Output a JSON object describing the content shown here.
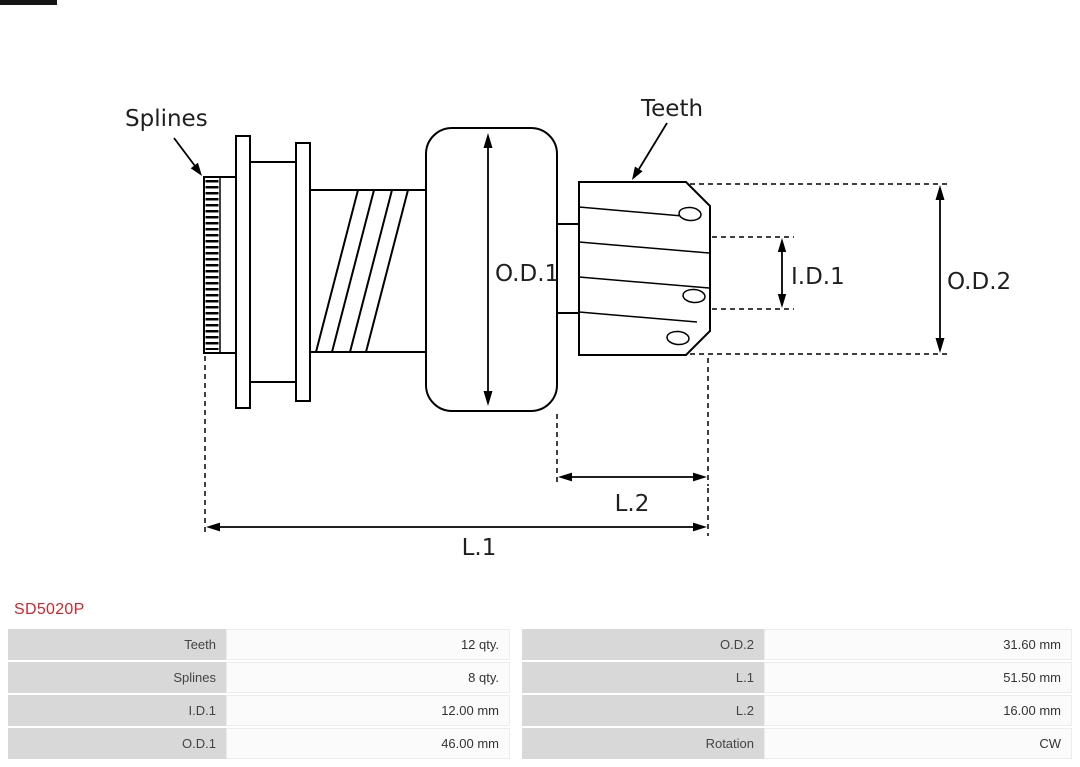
{
  "part_number": "SD5020P",
  "diagram": {
    "labels": {
      "splines": "Splines",
      "teeth": "Teeth",
      "od1": "O.D.1",
      "id1": "I.D.1",
      "od2": "O.D.2",
      "l2": "L.2",
      "l1": "L.1"
    }
  },
  "table": {
    "rows": [
      {
        "label1": "Teeth",
        "value1": "12 qty.",
        "label2": "O.D.2",
        "value2": "31.60 mm"
      },
      {
        "label1": "Splines",
        "value1": "8 qty.",
        "label2": "L.1",
        "value2": "51.50 mm"
      },
      {
        "label1": "I.D.1",
        "value1": "12.00 mm",
        "label2": "L.2",
        "value2": "16.00 mm"
      },
      {
        "label1": "O.D.1",
        "value1": "46.00 mm",
        "label2": "Rotation",
        "value2": "CW"
      }
    ]
  },
  "colors": {
    "part_number_red": "#d5232a",
    "table_label_bg": "#d8d8d8",
    "table_value_bg": "#fbfbfb",
    "line_color": "#000000"
  }
}
